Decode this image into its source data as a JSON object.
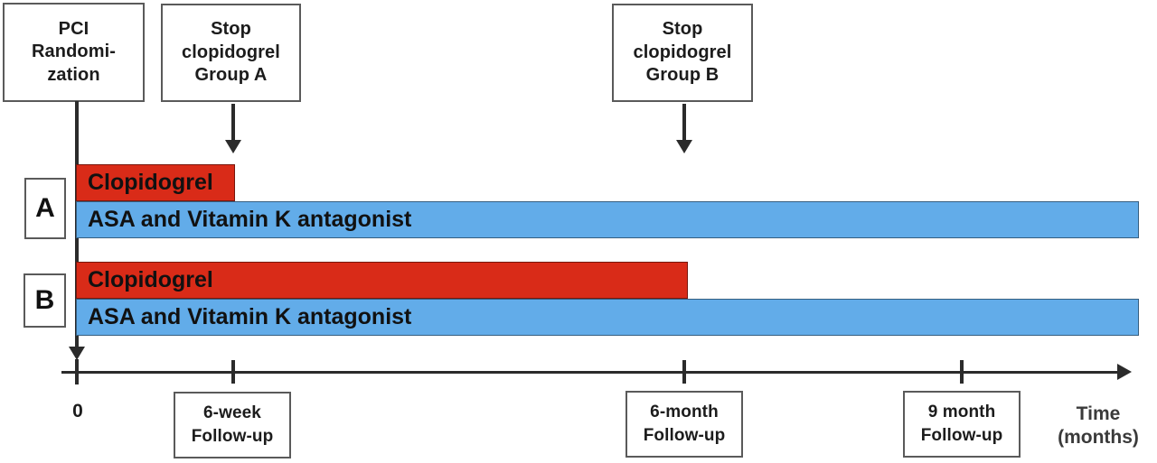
{
  "figure": {
    "type": "clinical-trial-timeline",
    "title": "Study design: antiplatelet/anticoagulant duration by randomized group"
  },
  "colors": {
    "clopidogrel": "#d92b18",
    "asa_vka": "#62ace9",
    "line": "#2b2b2b",
    "box_border": "#5a5a5a",
    "background": "#ffffff"
  },
  "event_boxes": [
    {
      "name": "pci-randomization",
      "lines": [
        "PCI",
        "Randomi-",
        "zation"
      ],
      "time_months": 0
    },
    {
      "name": "stop-clopidogrel-group-a",
      "lines": [
        "Stop",
        "clopidogrel",
        "Group A"
      ],
      "time_months": 1.5
    },
    {
      "name": "stop-clopidogrel-group-b",
      "lines": [
        "Stop",
        "clopidogrel",
        "Group B"
      ],
      "time_months": 6
    }
  ],
  "groups": [
    {
      "letter": "A",
      "bars": [
        {
          "drug": "Clopidogrel",
          "start_months": 0,
          "end_months": 1.5
        },
        {
          "drug": "ASA and Vitamin K antagonist",
          "start_months": 0,
          "end_months": 12
        }
      ]
    },
    {
      "letter": "B",
      "bars": [
        {
          "drug": "Clopidogrel",
          "start_months": 0,
          "end_months": 6
        },
        {
          "drug": "ASA and Vitamin K antagonist",
          "start_months": 0,
          "end_months": 12
        }
      ]
    }
  ],
  "axis": {
    "zero_label": "0",
    "caption_lines": [
      "Time",
      "(months)"
    ],
    "ticks": [
      {
        "label": "0",
        "time_months": 0
      },
      {
        "label": "6-week",
        "time_months": 1.5
      },
      {
        "label": "6-month",
        "time_months": 6
      },
      {
        "label": "9 month",
        "time_months": 9
      }
    ]
  },
  "followup_boxes": [
    {
      "name": "followup-6-week",
      "lines": [
        "6-week",
        "Follow-up"
      ],
      "time_months": 1.5
    },
    {
      "name": "followup-6-month",
      "lines": [
        "6-month",
        "Follow-up"
      ],
      "time_months": 6
    },
    {
      "name": "followup-9-month",
      "lines": [
        "9 month",
        "Follow-up"
      ],
      "time_months": 9
    }
  ],
  "chart_data": {
    "type": "bar",
    "orientation": "horizontal",
    "title": "",
    "xlabel": "Time (months)",
    "ylabel": "",
    "xlim": [
      0,
      12
    ],
    "grid": false,
    "legend": "none",
    "categories": [
      "A - Clopidogrel",
      "A - ASA and Vitamin K antagonist",
      "B - Clopidogrel",
      "B - ASA and Vitamin K antagonist"
    ],
    "values": [
      1.5,
      12,
      6,
      12
    ],
    "series": [
      {
        "name": "Clopidogrel",
        "color": "#d92b18",
        "values": [
          1.5,
          6
        ],
        "categories": [
          "Group A",
          "Group B"
        ]
      },
      {
        "name": "ASA and Vitamin K antagonist",
        "color": "#62ace9",
        "values": [
          12,
          12
        ],
        "categories": [
          "Group A",
          "Group B"
        ]
      }
    ],
    "annotations": [
      "PCI Randomization at 0 months",
      "Stop clopidogrel Group A at 6 weeks",
      "Stop clopidogrel Group B at 6 months",
      "6-week Follow-up",
      "6-month Follow-up",
      "9 month Follow-up"
    ]
  }
}
